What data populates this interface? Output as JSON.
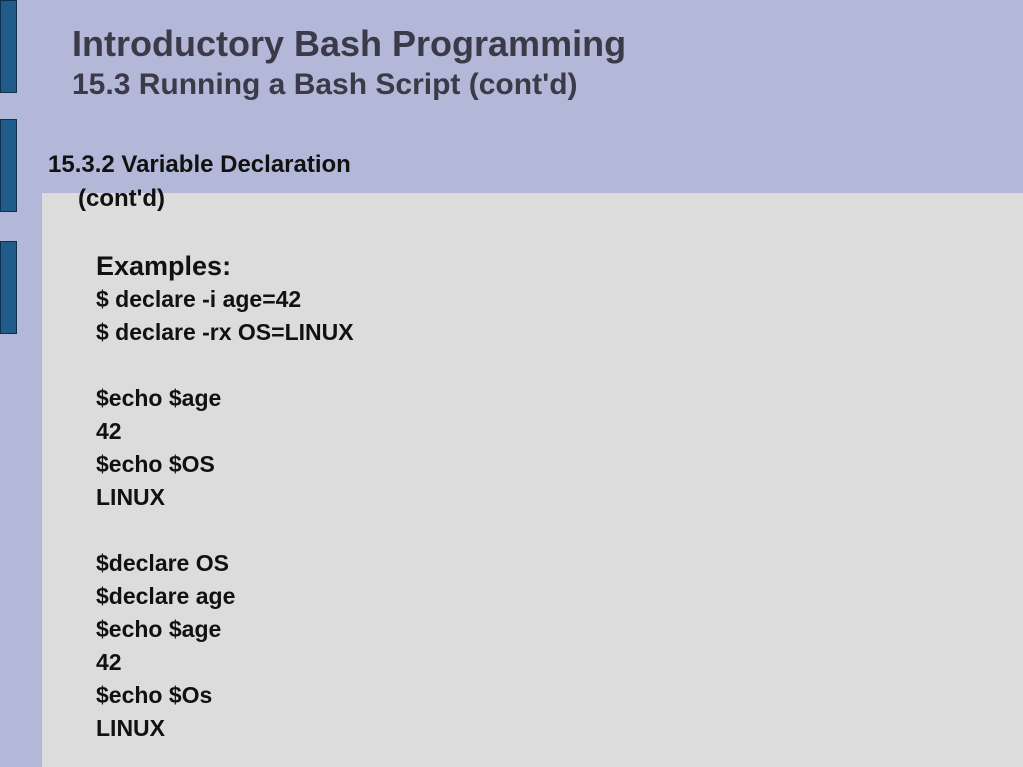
{
  "slide": {
    "title": "Introductory Bash Programming",
    "subtitle": "15.3 Running a Bash Script (cont'd)",
    "section": {
      "heading": "15.3.2 Variable Declaration",
      "heading_cont": "(cont'd)"
    },
    "examples_label": "Examples:",
    "lines": [
      "$ declare -i age=42",
      "$ declare -rx OS=LINUX",
      "",
      "$echo $age",
      "42",
      "$echo $OS",
      "LINUX",
      "",
      "$declare OS",
      "$declare age",
      "$echo $age",
      "42",
      "$echo $Os",
      "LINUX"
    ]
  },
  "colors": {
    "background": "#b4b8d8",
    "panel": "#dcdcdc",
    "side_bar": "#1f5c8c",
    "title": "#3a3a48"
  }
}
